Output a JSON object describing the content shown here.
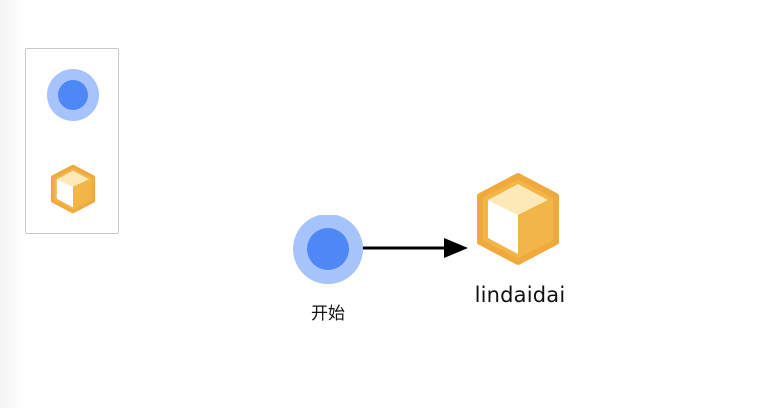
{
  "palette": {
    "items": [
      {
        "icon": "start-event-icon",
        "kind": "start"
      },
      {
        "icon": "task-cube-icon",
        "kind": "task"
      }
    ]
  },
  "nodes": {
    "start": {
      "label": "开始",
      "icon": "start-event-icon"
    },
    "task": {
      "label": "lindaidai",
      "icon": "task-cube-icon"
    }
  },
  "edges": [
    {
      "from": "start",
      "to": "task",
      "icon": "arrow-icon"
    }
  ],
  "colors": {
    "start_outer": "#a7c3fb",
    "start_inner": "#4d88f5",
    "cube_stroke": "#f0a93c",
    "cube_side": "#f2b547",
    "cube_top": "#fde9b8",
    "cube_front": "#ffffff",
    "edge": "#000000",
    "palette_border": "#c9c9c9"
  }
}
